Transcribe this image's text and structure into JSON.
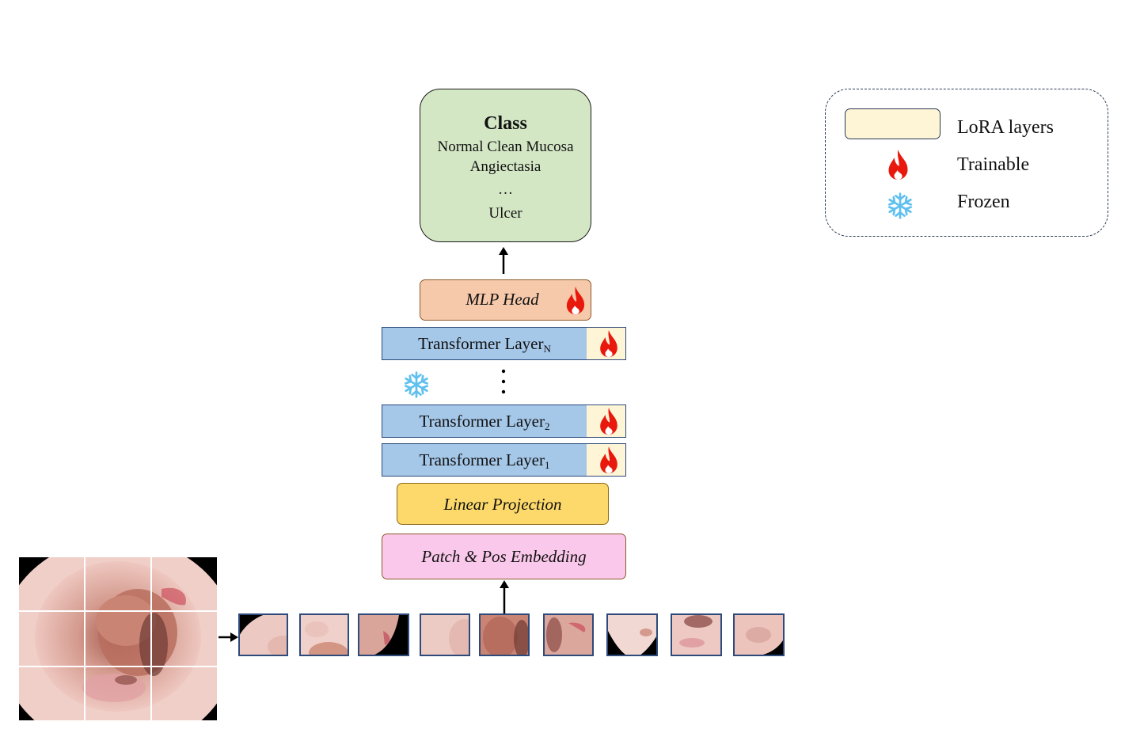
{
  "output": {
    "title": "Class",
    "items": [
      "Normal Clean Mucosa",
      "Angiectasia",
      "…",
      "Ulcer"
    ]
  },
  "mlp_head": {
    "label": "MLP Head"
  },
  "transformer_layers": [
    {
      "label": "Transformer Layer",
      "subscript": "N"
    },
    {
      "label": "Transformer Layer",
      "subscript": "2"
    },
    {
      "label": "Transformer Layer",
      "subscript": "1"
    }
  ],
  "linear_projection": {
    "label": "Linear Projection"
  },
  "patch_embedding": {
    "label": "Patch & Pos Embedding"
  },
  "legend": {
    "lora": "LoRA layers",
    "trainable": "Trainable",
    "frozen": "Frozen"
  },
  "icons": {
    "trainable": "flame-icon",
    "frozen": "snowflake-icon"
  },
  "colors": {
    "class_box": "#d4e7c5",
    "mlp_head": "#f6c9ab",
    "transformer": "#a5c7e8",
    "lora": "#fef4d6",
    "linear_projection": "#fcd96a",
    "patch_embedding": "#fac8ea",
    "flame": "#e8180c",
    "snowflake": "#5fc0ef"
  },
  "patch_count": 9
}
